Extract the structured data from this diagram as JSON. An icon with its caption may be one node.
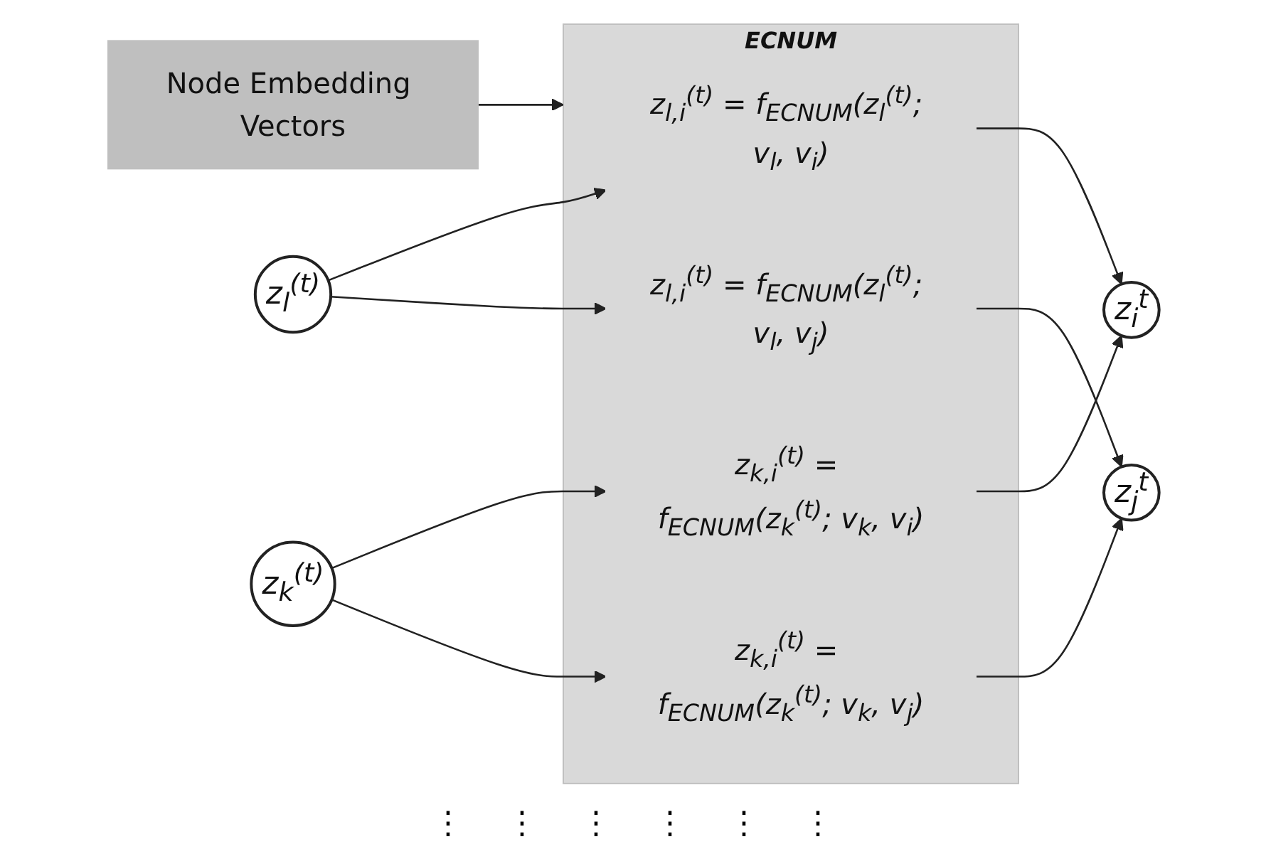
{
  "diagram": {
    "nodes": [
      {
        "text": [
          "Node Embedding Vectors"
        ]
      },
      {
        "text": [
          "ECNUM"
        ]
      },
      {
        "text": [
          "z$_{l,i}$$^{(t)}$ = f$_{ECNUM}$(z$_{l}$$^{(t)}$; v$_{l}$, v$_{i}$)"
        ],
        "in": 1
      },
      {
        "text": [
          "z$_{l,i}$$^{(t)}$ = f$_{ECNUM}$(z$_{l}$$^{(t)}$; v$_{l}$, v$_{j}$)"
        ],
        "in": 1
      },
      {
        "text": [
          "z$_{k,i}$$^{(t)}$ = f$_{ECNUM}$(z$_{k}$$^{(t)}$; v$_{k}$, v$_{i}$)"
        ],
        "in": 1
      },
      {
        "text": [
          "z$_{k,i}$$^{(t)}$ = f$_{ECNUM}$(z$_{k}$$^{(t)}$; v$_{k}$, v$_{j}$)"
        ],
        "in": 1
      },
      {
        "text": [
          "z$_{l}$$^{(t)}$"
        ]
      },
      {
        "text": [
          "z$_{k}$$^{(t)}$"
        ]
      },
      {
        "text": [
          "z$_{i}$$^{t}$"
        ]
      },
      {
        "text": [
          "z$_{j}$$^{t}$"
        ]
      }
    ],
    "edges": [
      {
        "from": 0,
        "to": 1,
        "arrow": "to"
      },
      {
        "from": 6,
        "to": 2,
        "arrow": "to"
      },
      {
        "from": 6,
        "to": 3,
        "arrow": "to"
      },
      {
        "from": 7,
        "to": 4,
        "arrow": "to"
      },
      {
        "from": 7,
        "to": 5,
        "arrow": "to"
      },
      {
        "from": 2,
        "to": 8,
        "arrow": "to"
      },
      {
        "from": 3,
        "to": 9,
        "arrow": "to"
      },
      {
        "from": 4,
        "to": 8,
        "arrow": "to"
      },
      {
        "from": 5,
        "to": 9,
        "arrow": "to"
      }
    ],
    "labels": [
      "⋮",
      "⋮",
      "⋮",
      "⋮",
      "⋮",
      "⋮"
    ]
  }
}
